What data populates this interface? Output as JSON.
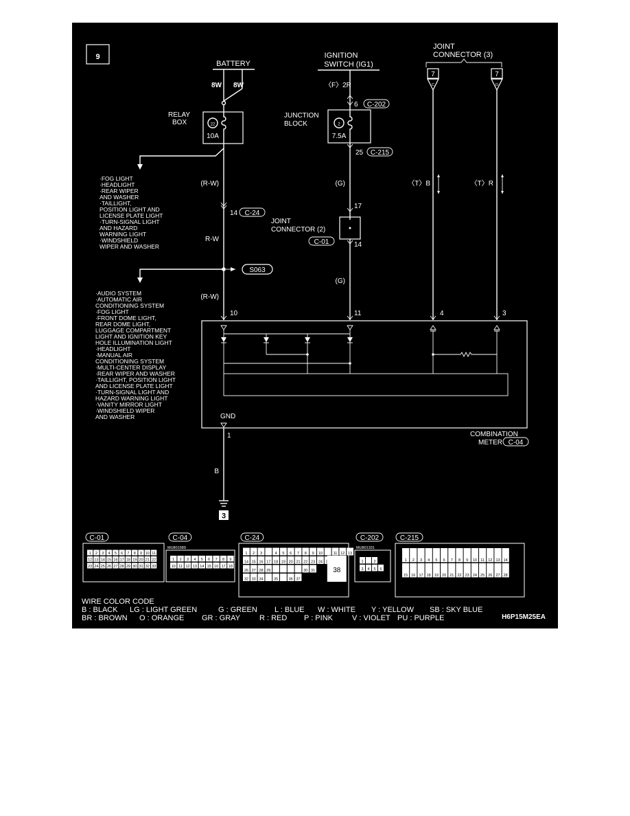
{
  "figure_number": "9",
  "labels": {
    "battery": "BATTERY",
    "battery_wire_left": "8W",
    "battery_wire_right": "8W",
    "ignition_line1": "IGNITION",
    "ignition_line2": "SWITCH (IG1)",
    "ignition_wire": "〈F〉2R",
    "joint_conn3_line1": "JOINT",
    "joint_conn3_line2": "CONNECTOR (3)",
    "relay_box_line1": "RELAY",
    "relay_box_line2": "BOX",
    "relay_fuse_num": "22",
    "relay_fuse_amp": "10A",
    "junction_block_line1": "JUNCTION",
    "junction_block_line2": "BLOCK",
    "jb_fuse_num": "2",
    "jb_fuse_amp": "7.5A",
    "jb_pin_top": "6",
    "jb_conn_top": "C-202",
    "jb_pin_bottom": "25",
    "jb_conn_bottom": "C-215",
    "jc3_pin_left": "7",
    "jc3_pin_right": "7",
    "jc3_letter_left": "C",
    "jc3_letter_right": "D",
    "wire_rw_paren_1": "(R-W)",
    "wire_g_paren_1": "(G)",
    "wire_tb": "〈T〉B",
    "wire_tr": "〈T〉R",
    "c24_pin": "14",
    "c24_conn": "C-24",
    "jc2_pin_top": "17",
    "jc2_line1": "JOINT",
    "jc2_line2": "CONNECTOR (2)",
    "jc2_conn": "C-01",
    "jc2_pin_bottom": "14",
    "wire_rw": "R-W",
    "splice": "S063",
    "wire_g_paren_2": "(G)",
    "wire_rw_paren_2": "(R-W)",
    "meter_pin_10": "10",
    "meter_pin_11": "11",
    "meter_pin_4": "4",
    "meter_pin_3": "3",
    "gnd": "GND",
    "gnd_pin": "1",
    "wire_b": "B",
    "ground_ref": "3",
    "combination_meter_line1": "COMBINATION",
    "combination_meter_line2": "METER",
    "combination_meter_conn": "C-04",
    "diagram_code": "H6P15M25EA"
  },
  "relay_list": [
    "·FOG LIGHT",
    "·HEADLIGHT",
    "·REAR WIPER",
    " AND WASHER",
    "·TAILLIGHT,",
    " POSITION LIGHT AND",
    " LICENSE PLATE LIGHT",
    "·TURN-SIGNAL LIGHT",
    " AND HAZARD",
    " WARNING LIGHT",
    "·WINDSHIELD",
    " WIPER AND WASHER"
  ],
  "splice_list": [
    "·AUDIO SYSTEM",
    "·AUTOMATIC AIR",
    " CONDITIONING SYSTEM",
    "·FOG LIGHT",
    "·FRONT DOME LIGHT,",
    " REAR DOME LIGHT,",
    " LUGGAGE COMPARTMENT",
    " LIGHT AND IGNITION KEY",
    " HOLE ILLUMINATION LIGHT",
    "·HEADLIGHT",
    "·MANUAL AIR",
    " CONDITIONING SYSTEM",
    "·MULTI-CENTER DISPLAY",
    "·REAR WIPER AND WASHER",
    "·TAILLIGHT, POSITION LIGHT",
    " AND LICENSE PLATE LIGHT",
    "·TURN-SIGNAL LIGHT AND",
    " HAZARD WARNING LIGHT",
    "·VANITY MIRROR LIGHT",
    "·WINDSHIELD WIPER",
    " AND WASHER"
  ],
  "connectors": {
    "c01": {
      "name": "C-01",
      "rows": [
        [
          "1",
          "2",
          "3",
          "4",
          "5",
          "6",
          "7",
          "8",
          "9",
          "10",
          "11"
        ],
        [
          "12",
          "13",
          "14",
          "15",
          "16",
          "17",
          "18",
          "19",
          "20",
          "21",
          "22"
        ],
        [
          "23",
          "24",
          "25",
          "26",
          "27",
          "28",
          "29",
          "30",
          "31",
          "32",
          "33"
        ]
      ]
    },
    "c04": {
      "name": "C-04",
      "part": "MU801589",
      "rows": [
        [
          "1",
          "2",
          "3",
          "4",
          "5",
          "6",
          "7",
          "8",
          "9"
        ],
        [
          "10",
          "11",
          "12",
          "13",
          "14",
          "15",
          "16",
          "17",
          "18"
        ]
      ]
    },
    "c24": {
      "name": "C-24",
      "rows": [
        [
          "1",
          "2",
          "3",
          "",
          "4",
          "5",
          "6",
          "7",
          "8",
          "9",
          "10",
          "",
          "11",
          "12",
          "13"
        ],
        [
          "14",
          "15",
          "16",
          "17",
          "18",
          "19",
          "20",
          "21",
          "22",
          "23",
          "24",
          "25"
        ],
        [
          "26",
          "27",
          "28",
          "29",
          "",
          "",
          "",
          "",
          "30",
          "31"
        ],
        [
          "32",
          "33",
          "34",
          "",
          "35",
          "",
          "36",
          "37"
        ]
      ],
      "big_pin": "38"
    },
    "c202": {
      "name": "C-202",
      "part": "MU801331",
      "rows": [
        [
          "1",
          "",
          "2"
        ],
        [
          "3",
          "4",
          "5",
          "6"
        ]
      ]
    },
    "c215": {
      "name": "C-215",
      "rows": [
        [
          "1",
          "2",
          "3",
          "4",
          "5",
          "6",
          "7",
          "8",
          "9",
          "10",
          "11",
          "12",
          "13",
          "14"
        ],
        [
          "15",
          "16",
          "17",
          "18",
          "19",
          "20",
          "21",
          "22",
          "23",
          "24",
          "25",
          "26",
          "27",
          "28"
        ]
      ]
    }
  },
  "wire_color_code": {
    "title": "WIRE COLOR CODE",
    "line1": [
      "B : BLACK",
      "LG : LIGHT GREEN",
      "G : GREEN",
      "L : BLUE",
      "W : WHITE",
      "Y : YELLOW",
      "SB : SKY BLUE"
    ],
    "line2": [
      "BR : BROWN",
      "O : ORANGE",
      "GR : GRAY",
      "R : RED",
      "P : PINK",
      "V : VIOLET",
      "PU : PURPLE"
    ]
  }
}
